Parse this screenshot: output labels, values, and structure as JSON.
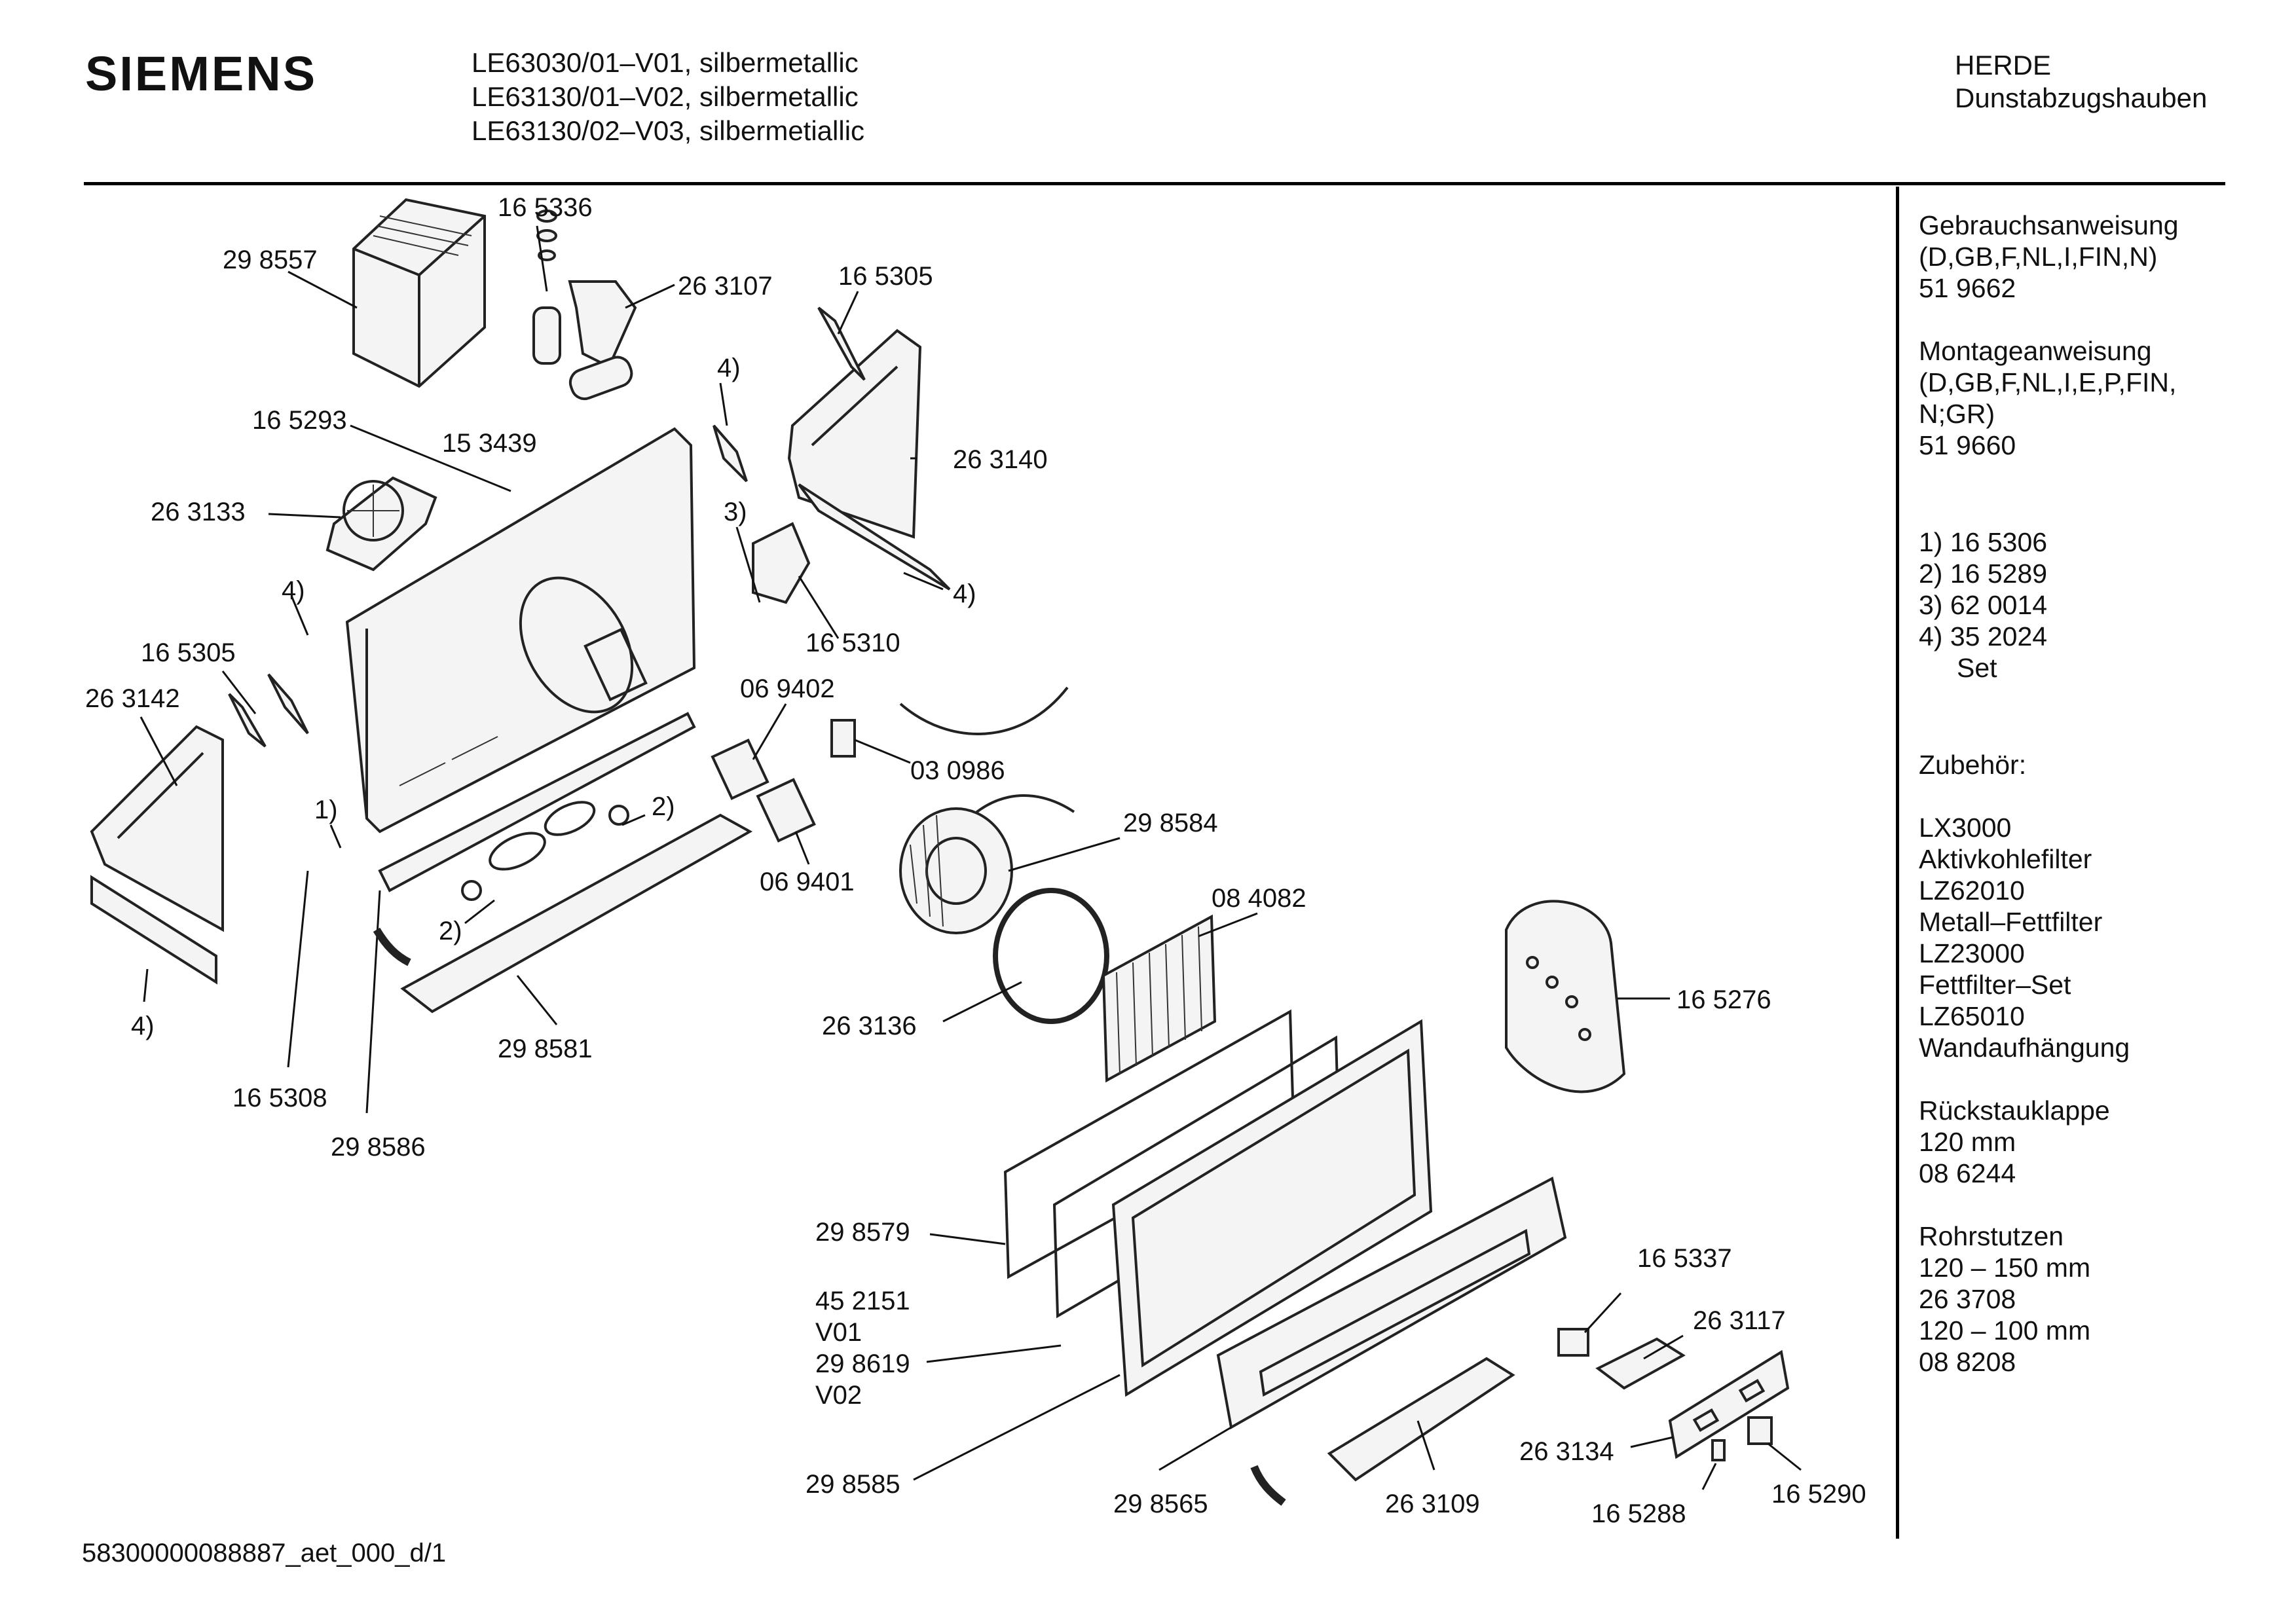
{
  "header": {
    "brand": "SIEMENS",
    "models": [
      "LE63030/01–V01, silbermetallic",
      "LE63130/01–V02, silbermetallic",
      "LE63130/02–V03, silbermetiallic"
    ],
    "category": [
      "HERDE",
      "Dunstabzugshauben"
    ]
  },
  "side": {
    "manual_title": "Gebrauchsanweisung",
    "manual_langs": "(D,GB,F,NL,I,FIN,N)",
    "manual_no": "51 9662",
    "mount_title": "Montageanweisung",
    "mount_langs_1": "(D,GB,F,NL,I,E,P,FIN,",
    "mount_langs_2": "N;GR)",
    "mount_no": "51 9660",
    "refs": [
      "1) 16 5306",
      "2) 16 5289",
      "3) 62 0014",
      "4) 35 2024"
    ],
    "refs_set": "Set",
    "acc_title": "Zubehör:",
    "acc": [
      "LX3000",
      "Aktivkohlefilter",
      "LZ62010",
      "Metall–Fettfilter",
      "LZ23000",
      "Fettfilter–Set",
      "LZ65010",
      "Wandaufhängung"
    ],
    "flap_title": "Rückstauklappe",
    "flap_size": "120 mm",
    "flap_no": "08 6244",
    "pipe_title": "Rohrstutzen",
    "pipe_1": "120 – 150 mm",
    "pipe_1_no": "26 3708",
    "pipe_2": "120 – 100 mm",
    "pipe_2_no": "08 8208"
  },
  "footer": "58300000088887_aet_000_d/1",
  "labels": {
    "l298557": "29 8557",
    "l165336": "16 5336",
    "l263107": "26 3107",
    "l165305a": "16 5305",
    "l165293": "16 5293",
    "l153439": "15 3439",
    "l4a": "4)",
    "l263140": "26 3140",
    "l263133": "26 3133",
    "l3": "3)",
    "l4b": "4)",
    "l4c": "4)",
    "l165310": "16 5310",
    "l165305b": "16 5305",
    "l263142": "26 3142",
    "l069402": "06 9402",
    "l030986": "03 0986",
    "l1": "1)",
    "l2a": "2)",
    "l069401": "06 9401",
    "l298584": "29 8584",
    "l2b": "2)",
    "l084082": "08 4082",
    "l165276": "16 5276",
    "l4d": "4)",
    "l263136": "26 3136",
    "l298581": "29 8581",
    "l165308": "16 5308",
    "l298586": "29 8586",
    "l298579": "29 8579",
    "l452151": "45 2151",
    "lv01": "V01",
    "l298619": "29 8619",
    "lv02": "V02",
    "l165337": "16 5337",
    "l263117": "26 3117",
    "l298585": "29 8585",
    "l263134": "26 3134",
    "l298565": "29 8565",
    "l263109": "26 3109",
    "l165288": "16 5288",
    "l165290": "16 5290"
  }
}
